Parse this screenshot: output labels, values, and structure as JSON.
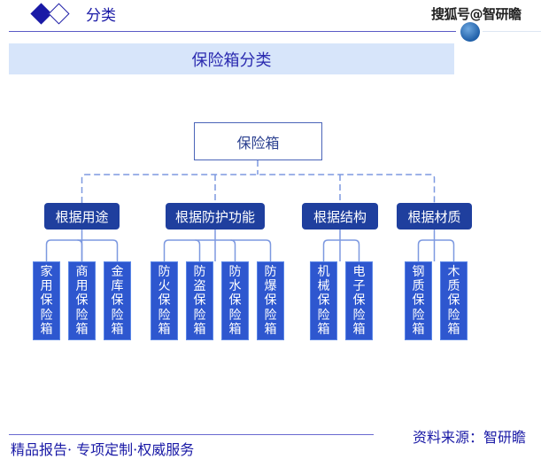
{
  "header": {
    "section_label": "分类",
    "watermark": "搜狐号@智研瞻"
  },
  "title_band": "保险箱分类",
  "diagram": {
    "root": "保险箱",
    "categories": [
      {
        "label": "根据用途",
        "children": [
          "家用保险箱",
          "商用保险箱",
          "金库保险箱"
        ]
      },
      {
        "label": "根据防护功能",
        "children": [
          "防火保险箱",
          "防盗保险箱",
          "防水保险箱",
          "防爆保险箱"
        ]
      },
      {
        "label": "根据结构",
        "children": [
          "机械保险箱",
          "电子保险箱"
        ]
      },
      {
        "label": "根据材质",
        "children": [
          "钢质保险箱",
          "木质保险箱"
        ]
      }
    ]
  },
  "footer": {
    "tagline": "精品报告· 专项定制·权威服务",
    "source": "资料来源：智研瞻"
  },
  "colors": {
    "accent": "#1a1aa6",
    "category_fill": "#1f3f9e",
    "leaf_fill": "#2e57cf",
    "band_fill": "#d7e5fa",
    "connector": "#7d99e0"
  }
}
